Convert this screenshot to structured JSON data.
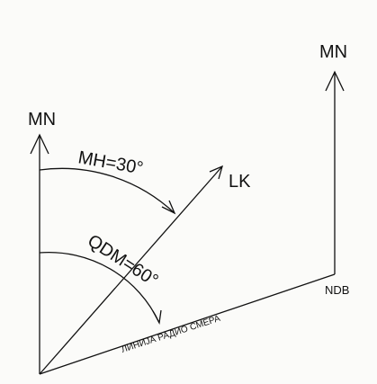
{
  "labels": {
    "mn_left": "MN",
    "mn_right": "MN",
    "mh": "MH=30°",
    "qdm": "QDM=60°",
    "lk": "LK",
    "ndb": "NDB",
    "radio_line": "ЛИНИЈА РАДИО СМЕРА"
  }
}
